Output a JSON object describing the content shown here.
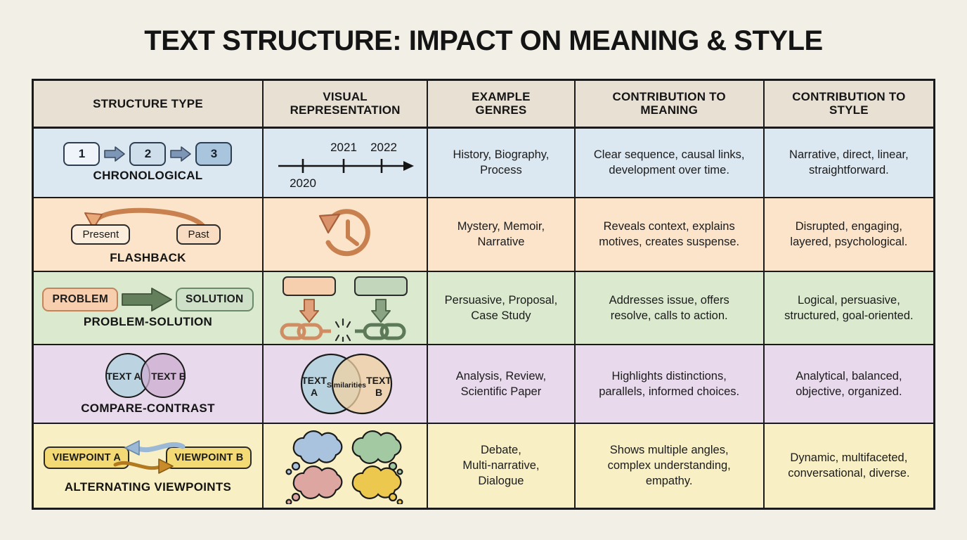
{
  "title": "TEXT STRUCTURE: IMPACT ON MEANING & STYLE",
  "background_color": "#f2efe6",
  "table": {
    "headers": [
      "STRUCTURE TYPE",
      "VISUAL\nREPRESENTATION",
      "EXAMPLE\nGENRES",
      "CONTRIBUTION TO\nMEANING",
      "CONTRIBUTION TO\nSTYLE"
    ],
    "headers_lines": [
      [
        "STRUCTURE TYPE"
      ],
      [
        "VISUAL",
        "REPRESENTATION"
      ],
      [
        "EXAMPLE",
        "GENRES"
      ],
      [
        "CONTRIBUTION TO",
        "MEANING"
      ],
      [
        "CONTRIBUTION TO",
        "STYLE"
      ]
    ],
    "rows": [
      {
        "id": "chronological",
        "label": "CHRONOLOGICAL",
        "row_color": "#dbe7f1",
        "diagram": {
          "type": "numbered-sequence",
          "steps": [
            "1",
            "2",
            "3"
          ],
          "arrows": 2
        },
        "visual": {
          "type": "timeline",
          "ticks": [
            "2020",
            "2021",
            "2022"
          ],
          "tick_positions": [
            "below",
            "above",
            "above"
          ]
        },
        "genres_lines": [
          "History, Biography,",
          "Process"
        ],
        "meaning_lines": [
          "Clear sequence, causal links,",
          "development over time."
        ],
        "style_lines": [
          "Narrative, direct, linear,",
          "straightforward."
        ]
      },
      {
        "id": "flashback",
        "label": "FLASHBACK",
        "row_color": "#fbe4ca",
        "diagram": {
          "type": "curved-back-arrow",
          "nodes": [
            "Present",
            "Past"
          ],
          "direction": "right-to-left"
        },
        "visual": {
          "type": "clock-rewind-icon",
          "color": "#c8804f"
        },
        "genres_lines": [
          "Mystery, Memoir,",
          "Narrative"
        ],
        "meaning_lines": [
          "Reveals context, explains",
          "motives, creates suspense."
        ],
        "style_lines": [
          "Disrupted, engaging,",
          "layered, psychological."
        ]
      },
      {
        "id": "problem-solution",
        "label": "PROBLEM-SOLUTION",
        "row_color": "#dbeacf",
        "diagram": {
          "type": "arrow-between-boxes",
          "nodes": [
            "PROBLEM",
            "SOLUTION"
          ],
          "direction": "left-to-right"
        },
        "visual": {
          "type": "broken-chain",
          "left_color": "#d99268",
          "right_color": "#5c7a58"
        },
        "genres_lines": [
          "Persuasive, Proposal,",
          "Case Study"
        ],
        "meaning_lines": [
          "Addresses issue, offers",
          "resolve, calls to action."
        ],
        "style_lines": [
          "Logical, persuasive,",
          "structured, goal-oriented."
        ]
      },
      {
        "id": "compare-contrast",
        "label": "COMPARE-CONTRAST",
        "row_color": "#e8daec",
        "diagram": {
          "type": "venn",
          "left_label": "TEXT A",
          "right_label": "TEXT B",
          "left_color": "#b7d3e0",
          "right_color": "#ccaed0"
        },
        "visual": {
          "type": "venn-labeled",
          "left_label_lines": [
            "TEXT",
            "A"
          ],
          "right_label_lines": [
            "TEXT",
            "B"
          ],
          "overlap_label": "Similarities",
          "left_color": "#b7d3e0",
          "right_color": "#f0d2a0"
        },
        "genres_lines": [
          "Analysis, Review,",
          "Scientific Paper"
        ],
        "meaning_lines": [
          "Highlights distinctions,",
          "parallels, informed choices."
        ],
        "style_lines": [
          "Analytical, balanced,",
          "objective, organized."
        ]
      },
      {
        "id": "alternating-viewpoints",
        "label": "ALTERNATING VIEWPOINTS",
        "row_color": "#f8f0c4",
        "diagram": {
          "type": "two-way-wavy-arrows",
          "nodes": [
            "VIEWPOINT A",
            "VIEWPOINT B"
          ],
          "arrow_colors": [
            "#9bb8d6",
            "#b3791f"
          ]
        },
        "visual": {
          "type": "thought-bubbles",
          "colors": [
            "#a9c2de",
            "#a3c9a3",
            "#dda6a1",
            "#edc84f"
          ],
          "count": 4
        },
        "genres_lines": [
          "Debate,",
          "Multi-narrative,",
          "Dialogue"
        ],
        "meaning_lines": [
          "Shows multiple angles,",
          "complex understanding,",
          "empathy."
        ],
        "style_lines": [
          "Dynamic, multifaceted,",
          "conversational, diverse."
        ]
      }
    ]
  }
}
